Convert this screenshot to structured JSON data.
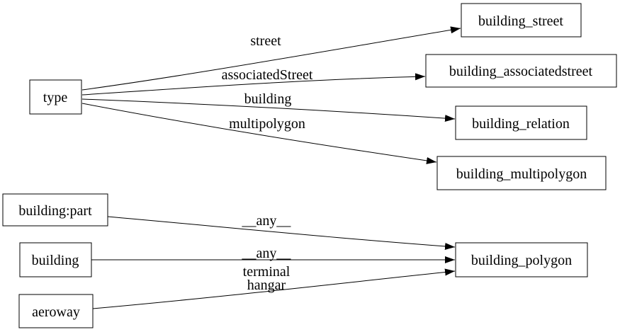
{
  "diagram": {
    "kind": "directed-graph",
    "colors": {
      "background": "#ffffff",
      "node_fill": "#ffffff",
      "stroke": "#000000",
      "text": "#000000"
    },
    "nodes": [
      {
        "id": "type",
        "label": "type"
      },
      {
        "id": "building_street",
        "label": "building_street"
      },
      {
        "id": "building_associatedstreet",
        "label": "building_associatedstreet"
      },
      {
        "id": "building_relation",
        "label": "building_relation"
      },
      {
        "id": "building_multipolygon",
        "label": "building_multipolygon"
      },
      {
        "id": "building:part",
        "label": "building:part"
      },
      {
        "id": "building",
        "label": "building"
      },
      {
        "id": "aeroway",
        "label": "aeroway"
      },
      {
        "id": "building_polygon",
        "label": "building_polygon"
      }
    ],
    "edges": [
      {
        "from": "type",
        "to": "building_street",
        "label": "street"
      },
      {
        "from": "type",
        "to": "building_associatedstreet",
        "label": "associatedStreet"
      },
      {
        "from": "type",
        "to": "building_relation",
        "label": "building"
      },
      {
        "from": "type",
        "to": "building_multipolygon",
        "label": "multipolygon"
      },
      {
        "from": "building:part",
        "to": "building_polygon",
        "label": "__any__"
      },
      {
        "from": "building",
        "to": "building_polygon",
        "label": "__any__"
      },
      {
        "from": "aeroway",
        "to": "building_polygon",
        "label": "terminal\nhangar",
        "lines": [
          "terminal",
          "hangar"
        ]
      }
    ]
  }
}
